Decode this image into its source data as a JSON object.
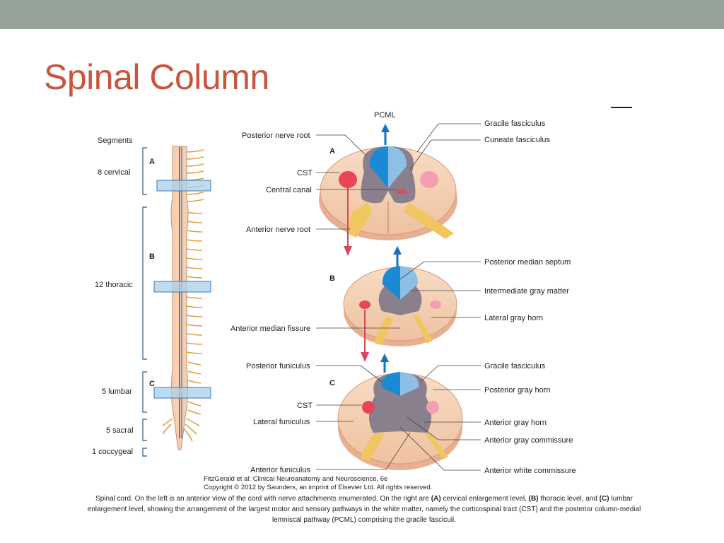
{
  "slide": {
    "title": "Spinal Column",
    "colors": {
      "title": "#c8553d",
      "topbar": "#95a39a",
      "pcml_dark": "#1a8ad4",
      "pcml_light": "#8ebfe6",
      "gray_matter": "#8a7f8c",
      "white_matter": "#f5cfb0",
      "cst": "#e8445a",
      "root": "#f0c660"
    }
  },
  "left_figure": {
    "heading": "Segments",
    "segments": [
      "8 cervical",
      "12 thoracic",
      "5 lumbar",
      "5 sacral",
      "1 coccygeal"
    ],
    "levels": [
      "A",
      "B",
      "C"
    ]
  },
  "right_figure": {
    "pcml": "PCML",
    "levels": [
      "A",
      "B",
      "C"
    ],
    "left_labels_a": [
      "Posterior nerve root",
      "CST",
      "Central canal",
      "Anterior nerve root"
    ],
    "right_labels_a": [
      "Gracile fasciculus",
      "Cuneate fasciculus"
    ],
    "right_labels_b": [
      "Posterior median septum",
      "Intermediate gray matter",
      "Lateral gray horn"
    ],
    "left_labels_b": [
      "Anterior median fissure"
    ],
    "left_labels_c": [
      "Posterior funiculus",
      "CST",
      "Lateral funiculus",
      "Anterior funiculus"
    ],
    "right_labels_c": [
      "Gracile fasciculus",
      "Posterior gray horn",
      "Anterior gray horn",
      "Anterior gray commissure",
      "Anterior white commissure"
    ]
  },
  "credit": {
    "line1": "FitzGerald et al: Clinical Neuroanatomy and Neuroscience, 6e",
    "line2": "Copyright © 2012 by Saunders, an imprint of Elsevier Ltd. All rights reserved."
  },
  "caption": {
    "t1": "Spinal cord. On the left is an anterior view of the cord with nerve attachments enumerated. On the right are ",
    "b1": "(A)",
    "t2": " cervical enlargement level, ",
    "b2": "(B)",
    "t3": " thoracic level, and ",
    "b3": "(C)",
    "t4": " lumbar enlargement level, showing the arrangement of the largest motor and sensory pathways in the white matter, namely the corticospinal tract (CST) and the posterior column-medial lemniscal pathway (PCML) comprising the gracile fasciculi."
  }
}
